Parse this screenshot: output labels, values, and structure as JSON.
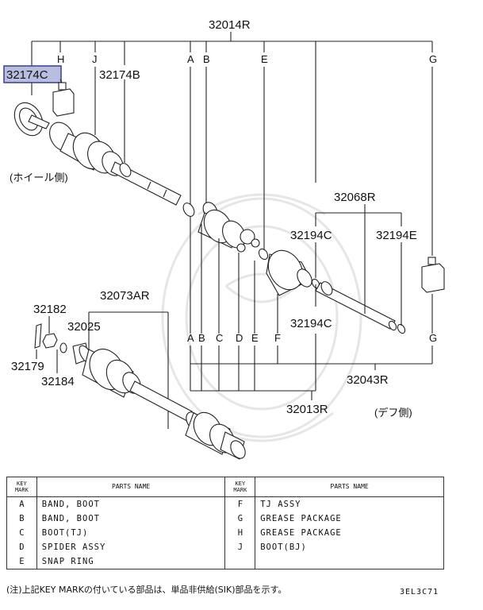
{
  "labels": {
    "p32014R": "32014R",
    "p32174C": "32174C",
    "p32174B": "32174B",
    "p32068R": "32068R",
    "p32194C_top": "32194C",
    "p32194E": "32194E",
    "p32194C_bot": "32194C",
    "p32073AR": "32073AR",
    "p32182": "32182",
    "p32025": "32025",
    "p32179": "32179",
    "p32184": "32184",
    "p32043R": "32043R",
    "p32013R": "32013R",
    "wheel_side": "(ホイール側)",
    "diff_side": "(デフ側)"
  },
  "key_letters_top": {
    "H": "H",
    "J": "J",
    "A": "A",
    "B": "B",
    "E": "E",
    "G": "G"
  },
  "key_letters_mid": {
    "A": "A",
    "B": "B",
    "C": "C",
    "D": "D",
    "E": "E",
    "F": "F",
    "G": "G"
  },
  "table": {
    "header_key": "KEY\nMARK",
    "header_name": "PARTS NAME",
    "left_rows": [
      {
        "key": "A",
        "name": "BAND, BOOT"
      },
      {
        "key": "B",
        "name": "BAND, BOOT"
      },
      {
        "key": "C",
        "name": "BOOT(TJ)"
      },
      {
        "key": "D",
        "name": "SPIDER ASSY"
      },
      {
        "key": "E",
        "name": "SNAP RING"
      }
    ],
    "right_rows": [
      {
        "key": "F",
        "name": "TJ ASSY"
      },
      {
        "key": "G",
        "name": "GREASE PACKAGE"
      },
      {
        "key": "H",
        "name": "GREASE PACKAGE"
      },
      {
        "key": "J",
        "name": "BOOT(BJ)"
      },
      {
        "key": "",
        "name": ""
      }
    ]
  },
  "note": "(注)上記KEY MARKの付いている部品は、単品非供給(SIK)部品を示す。",
  "diagram_code": "3EL3C71",
  "highlight_color": "#b8bedf"
}
